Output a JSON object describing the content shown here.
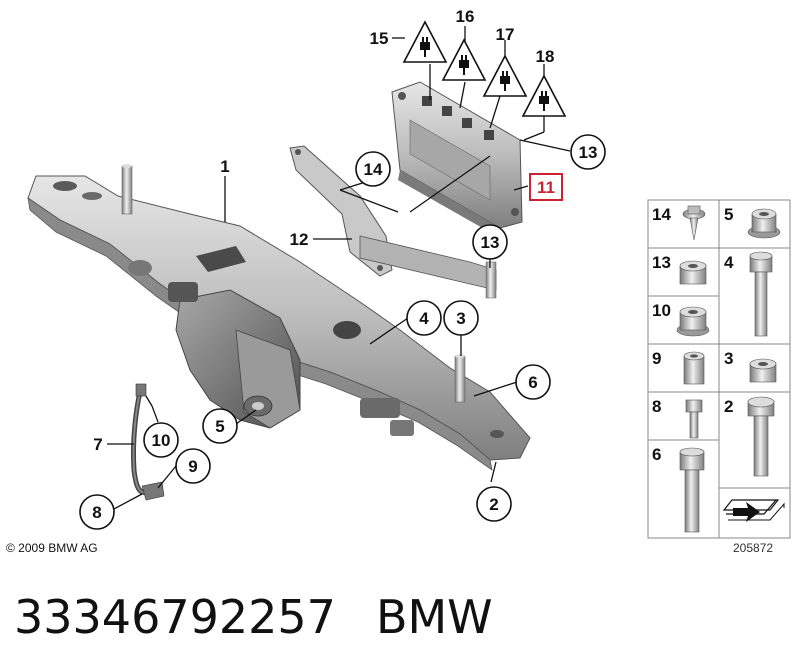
{
  "callouts": {
    "c1": "1",
    "c2": "2",
    "c3": "3",
    "c4": "4",
    "c5": "5",
    "c6": "6",
    "c7": "7",
    "c8": "8",
    "c9": "9",
    "c10": "10",
    "c11": "11",
    "c12": "12",
    "c13a": "13",
    "c13b": "13",
    "c14": "14",
    "c15": "15",
    "c16": "16",
    "c17": "17",
    "c18": "18"
  },
  "parts_grid": [
    {
      "label": "14",
      "icon": "screw-washer-icon"
    },
    {
      "label": "5",
      "icon": "flange-nut-icon"
    },
    {
      "label": "13",
      "icon": "hex-nut-icon"
    },
    {
      "label": "4",
      "icon": "hex-bolt-icon"
    },
    {
      "label": "10",
      "icon": "collar-nut-icon"
    },
    {
      "label": "9",
      "icon": "spacer-sleeve-icon"
    },
    {
      "label": "3",
      "icon": "self-locking-nut-icon"
    },
    {
      "label": "8",
      "icon": "short-bolt-icon"
    },
    {
      "label": "2",
      "icon": "torx-bolt-icon"
    },
    {
      "label": "6",
      "icon": "long-hex-bolt-icon"
    },
    {
      "label": "",
      "icon": "arrow-direction-icon"
    }
  ],
  "copyright": "© 2009 BMW AG",
  "diagram_number": "205872",
  "footer": {
    "part_number": "33346792257",
    "brand": "BMW"
  },
  "colors": {
    "highlight": "#cc2233",
    "line": "#111111",
    "part_fill": "#bdbdbd"
  }
}
